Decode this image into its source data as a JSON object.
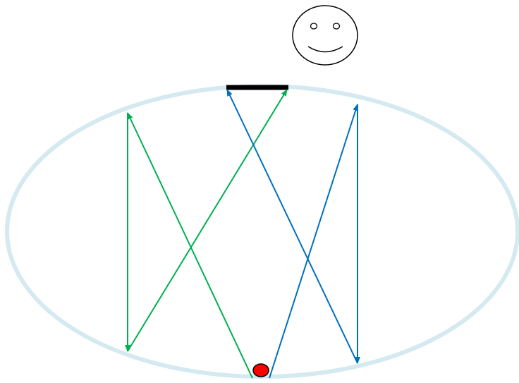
{
  "diagram": {
    "colors": {
      "ellipse": "#d5e9f1",
      "green": "#00b050",
      "blue": "#0070c0",
      "bar": "#000000",
      "ball_fill": "#ff0000",
      "ball_stroke": "#000000",
      "face_stroke": "#000000",
      "face_fill": "#ffffff"
    },
    "elements": {
      "ellipse": "elliptical-reflector",
      "bar": "top-bar-target",
      "face": "smiley-face-icon",
      "ball": "red-source-dot"
    },
    "paths": [
      {
        "name": "green-path-1",
        "color": "green"
      },
      {
        "name": "green-path-2",
        "color": "green"
      },
      {
        "name": "green-path-3",
        "color": "green"
      },
      {
        "name": "blue-path-1",
        "color": "blue"
      },
      {
        "name": "blue-path-2",
        "color": "blue"
      },
      {
        "name": "blue-path-3",
        "color": "blue"
      }
    ]
  }
}
